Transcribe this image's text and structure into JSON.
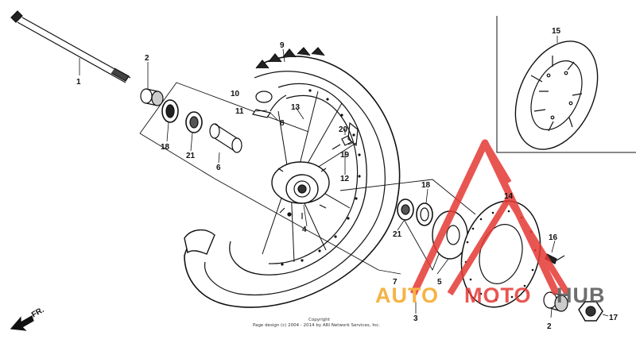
{
  "callouts": [
    {
      "id": "p1",
      "text": "1"
    },
    {
      "id": "p2a",
      "text": "2"
    },
    {
      "id": "p2b",
      "text": "2"
    },
    {
      "id": "p3",
      "text": "3"
    },
    {
      "id": "p4",
      "text": "4"
    },
    {
      "id": "p5",
      "text": "5"
    },
    {
      "id": "p6",
      "text": "6"
    },
    {
      "id": "p7",
      "text": "7"
    },
    {
      "id": "p8",
      "text": "8"
    },
    {
      "id": "p9",
      "text": "9"
    },
    {
      "id": "p10",
      "text": "10"
    },
    {
      "id": "p11",
      "text": "11"
    },
    {
      "id": "p12",
      "text": "12"
    },
    {
      "id": "p13",
      "text": "13"
    },
    {
      "id": "p14",
      "text": "14"
    },
    {
      "id": "p15",
      "text": "15"
    },
    {
      "id": "p16",
      "text": "16"
    },
    {
      "id": "p17",
      "text": "17"
    },
    {
      "id": "p18a",
      "text": "18"
    },
    {
      "id": "p18b",
      "text": "18"
    },
    {
      "id": "p19",
      "text": "19"
    },
    {
      "id": "p20",
      "text": "20"
    },
    {
      "id": "p21a",
      "text": "21"
    },
    {
      "id": "p21b",
      "text": "21"
    }
  ],
  "direction_label": "FR.",
  "watermark": {
    "left": "AUTO",
    "middle": "MOTO",
    "right": "HUB",
    "color_orange": "#f5a623",
    "color_red": "#e53935"
  },
  "copyright": {
    "line1": "Copyright",
    "line2": "Page design (c) 2004 - 2014 by ARI Network Services, Inc."
  }
}
